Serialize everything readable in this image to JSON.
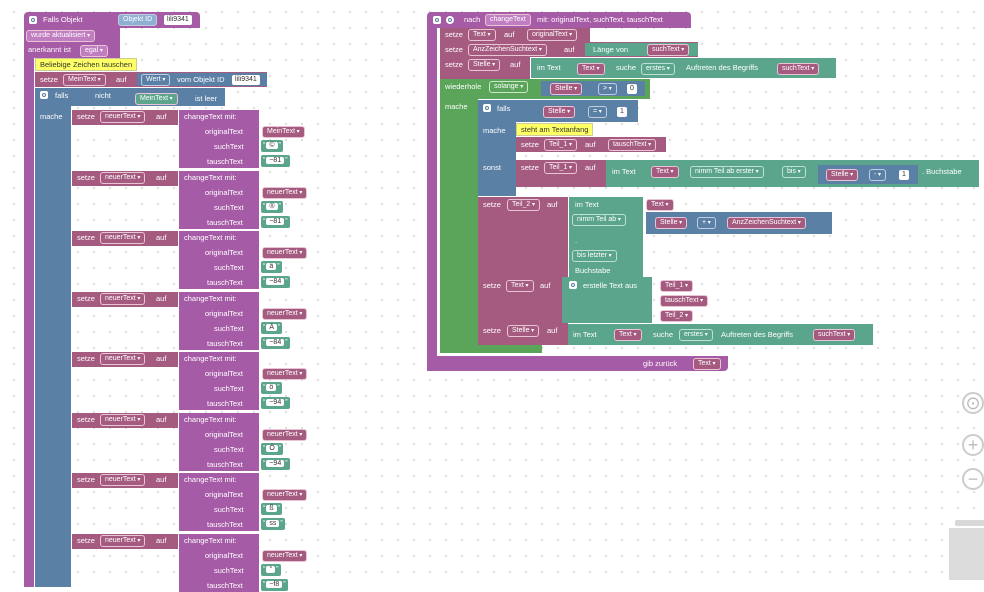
{
  "workspace": {
    "trigger": {
      "title": "Falls Objekt",
      "object_label": "Objekt ID",
      "object_id": "lili9341",
      "updated": "wurde aktualisiert",
      "ack": "anerkannt ist",
      "ack_value": "egal",
      "comment": "Beliebige Zeichen tauschen",
      "set_label": "setze",
      "set_var": "MeinText",
      "auf": "auf",
      "value_label": "Wert",
      "from_object": "vom Objekt ID",
      "from_object_id": "lili9341",
      "if_label": "falls",
      "not_label": "nicht",
      "is_empty_var": "MeinText",
      "is_empty": "ist leer",
      "do_label": "mache"
    },
    "calls": [
      {
        "set": "setze",
        "var": "neuerText",
        "auf": "auf",
        "func": "changeText",
        "mit": "mit:",
        "p1": "originalText",
        "p2": "suchText",
        "p3": "tauschText",
        "orig": "MeinText",
        "such": "©",
        "tausch": "~81"
      },
      {
        "set": "setze",
        "var": "neuerText",
        "auf": "auf",
        "func": "changeText",
        "mit": "mit:",
        "p1": "originalText",
        "p2": "suchText",
        "p3": "tauschText",
        "orig": "neuerText",
        "such": "®",
        "tausch": "~81"
      },
      {
        "set": "setze",
        "var": "neuerText",
        "auf": "auf",
        "func": "changeText",
        "mit": "mit:",
        "p1": "originalText",
        "p2": "suchText",
        "p3": "tauschText",
        "orig": "neuerText",
        "such": "ä",
        "tausch": "~84"
      },
      {
        "set": "setze",
        "var": "neuerText",
        "auf": "auf",
        "func": "changeText",
        "mit": "mit:",
        "p1": "originalText",
        "p2": "suchText",
        "p3": "tauschText",
        "orig": "neuerText",
        "such": "Ä",
        "tausch": "~84"
      },
      {
        "set": "setze",
        "var": "neuerText",
        "auf": "auf",
        "func": "changeText",
        "mit": "mit:",
        "p1": "originalText",
        "p2": "suchText",
        "p3": "tauschText",
        "orig": "neuerText",
        "such": "ö",
        "tausch": "~94"
      },
      {
        "set": "setze",
        "var": "neuerText",
        "auf": "auf",
        "func": "changeText",
        "mit": "mit:",
        "p1": "originalText",
        "p2": "suchText",
        "p3": "tauschText",
        "orig": "neuerText",
        "such": "Ö",
        "tausch": "~94"
      },
      {
        "set": "setze",
        "var": "neuerText",
        "auf": "auf",
        "func": "changeText",
        "mit": "mit:",
        "p1": "originalText",
        "p2": "suchText",
        "p3": "tauschText",
        "orig": "neuerText",
        "such": "ß",
        "tausch": "ss"
      },
      {
        "set": "setze",
        "var": "neuerText",
        "auf": "auf",
        "func": "changeText",
        "mit": "mit:",
        "p1": "originalText",
        "p2": "suchText",
        "p3": "tauschText",
        "orig": "neuerText",
        "such": "°",
        "tausch": "~f8"
      }
    ],
    "function": {
      "header": "nach",
      "name": "changeText",
      "params": "mit: originalText, suchText, tauschText",
      "s1_var": "Text",
      "s1_val": "originalText",
      "s2_var": "AnzZeichenSuchtext",
      "s2_len": "Länge von",
      "s2_val": "suchText",
      "s3_var": "Stelle",
      "s3_in": "im Text",
      "s3_text": "Text",
      "s3_find": "suche",
      "s3_first": "erstes",
      "s3_occ": "Auftreten des Begriffs",
      "s3_term": "suchText",
      "repeat": "wiederhole",
      "while": "solange",
      "cmp_var": "Stelle",
      "cmp_op": ">",
      "cmp_val": "0",
      "do": "mache",
      "if": "falls",
      "if_var": "Stelle",
      "if_op": "=",
      "if_val": "1",
      "do2": "mache",
      "note": "steht am Textanfang",
      "t1_var": "Teil_1",
      "t1_val": "tauschText",
      "else": "sonst",
      "t1b_var": "Teil_1",
      "t1b_in": "im Text",
      "t1b_text": "Text",
      "t1b_take": "nimm Teil ab erster",
      "t1b_to": "bis",
      "t1b_pos": "Stelle",
      "t1b_op": "-",
      "t1b_n": "1",
      "t1b_char": ". Buchstabe",
      "t2_var": "Teil_2",
      "t2_in": "im Text",
      "t2_text": "Text",
      "t2_take": "nimm Teil ab",
      "t2_pos": "Stelle",
      "t2_op": "+",
      "t2_add": "AnzZeichenSuchtext",
      "t2_dot": ".",
      "t2_to": "bis letzter",
      "t2_char": "Buchstabe",
      "j_var": "Text",
      "j_create": "erstelle Text aus",
      "j1": "Teil_1",
      "j2": "tauschText",
      "j3": "Teil_2",
      "f_var": "Stelle",
      "f_in": "im Text",
      "f_text": "Text",
      "f_find": "suche",
      "f_first": "erstes",
      "f_occ": "Auftreten des Begriffs",
      "f_term": "suchText",
      "return": "gib zurück",
      "return_var": "Text"
    },
    "labels": {
      "set": "setze",
      "auf": "auf"
    }
  },
  "icons": [
    "gear-icon",
    "help-icon",
    "recenter-icon",
    "zoom-in-icon",
    "zoom-out-icon",
    "trash-icon"
  ],
  "colors": {
    "procedure": "#a55ba5",
    "variable": "#a55b80",
    "text": "#5ba58c",
    "loop": "#5ba55b",
    "logic": "#5b80a5",
    "comment": "#ffff66"
  }
}
